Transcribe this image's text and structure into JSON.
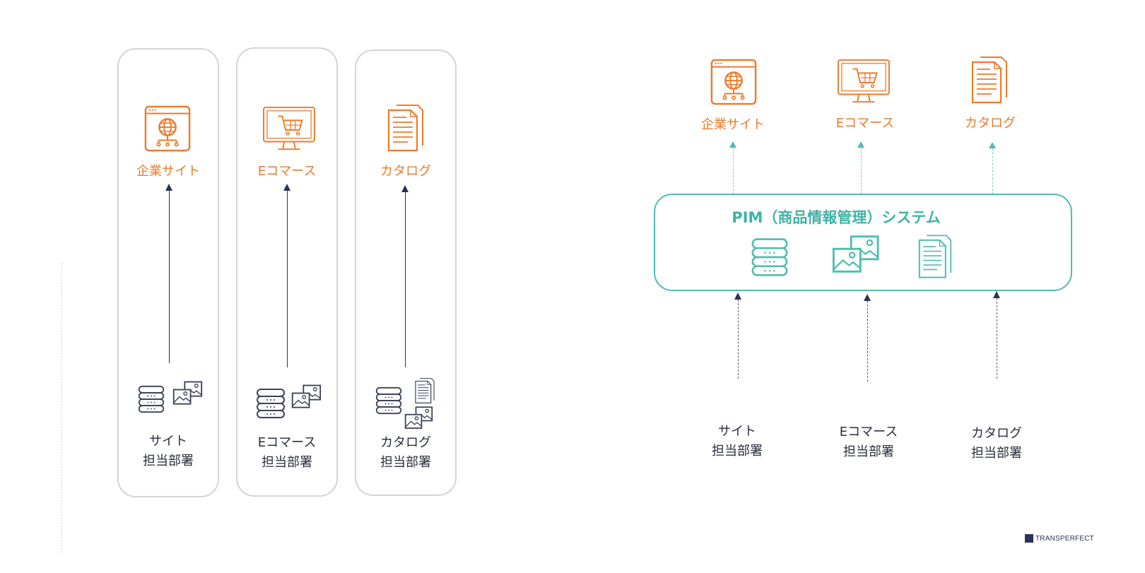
{
  "left_diagram": {
    "columns": [
      {
        "output_label": "企業サイト",
        "dept_line1": "サイト",
        "dept_line2": "担当部署"
      },
      {
        "output_label": "Eコマース",
        "dept_line1": "Eコマース",
        "dept_line2": "担当部署"
      },
      {
        "output_label": "カタログ",
        "dept_line1": "カタログ",
        "dept_line2": "担当部署"
      }
    ]
  },
  "right_diagram": {
    "outputs": [
      {
        "label": "企業サイト"
      },
      {
        "label": "Eコマース"
      },
      {
        "label": "カタログ"
      }
    ],
    "pim_title": "PIM（商品情報管理）システム",
    "departments": [
      {
        "line1": "サイト",
        "line2": "担当部署"
      },
      {
        "line1": "Eコマース",
        "line2": "担当部署"
      },
      {
        "line1": "カタログ",
        "line2": "担当部署"
      }
    ]
  },
  "brand": {
    "logo_text": "TRANSPERFECT"
  },
  "colors": {
    "orange": "#ee7a2a",
    "teal": "#4fbdb1",
    "navy": "#2b3257",
    "panel_border": "#d4d4d4"
  },
  "icons": [
    "website-globe-icon",
    "shopping-cart-monitor-icon",
    "catalog-document-icon",
    "database-icon",
    "image-gallery-icon"
  ]
}
